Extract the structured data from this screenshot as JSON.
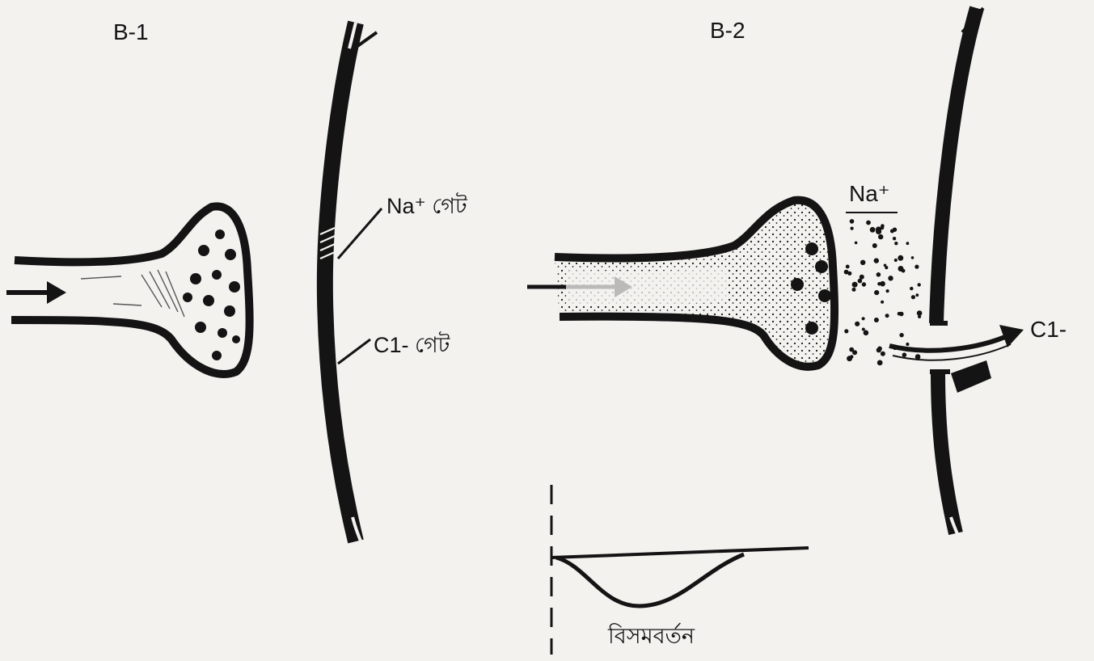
{
  "panels": {
    "b1": {
      "title": "B-1",
      "na_gate_label": "Na⁺ গেট",
      "cl_gate_label": "C1- গেট"
    },
    "b2": {
      "title": "B-2",
      "na_label": "Na⁺",
      "cl_label": "C1-",
      "depolarization_caption": "বিসমবর্তন"
    }
  },
  "colors": {
    "ink": "#141414",
    "paper": "#f3f2ef"
  }
}
